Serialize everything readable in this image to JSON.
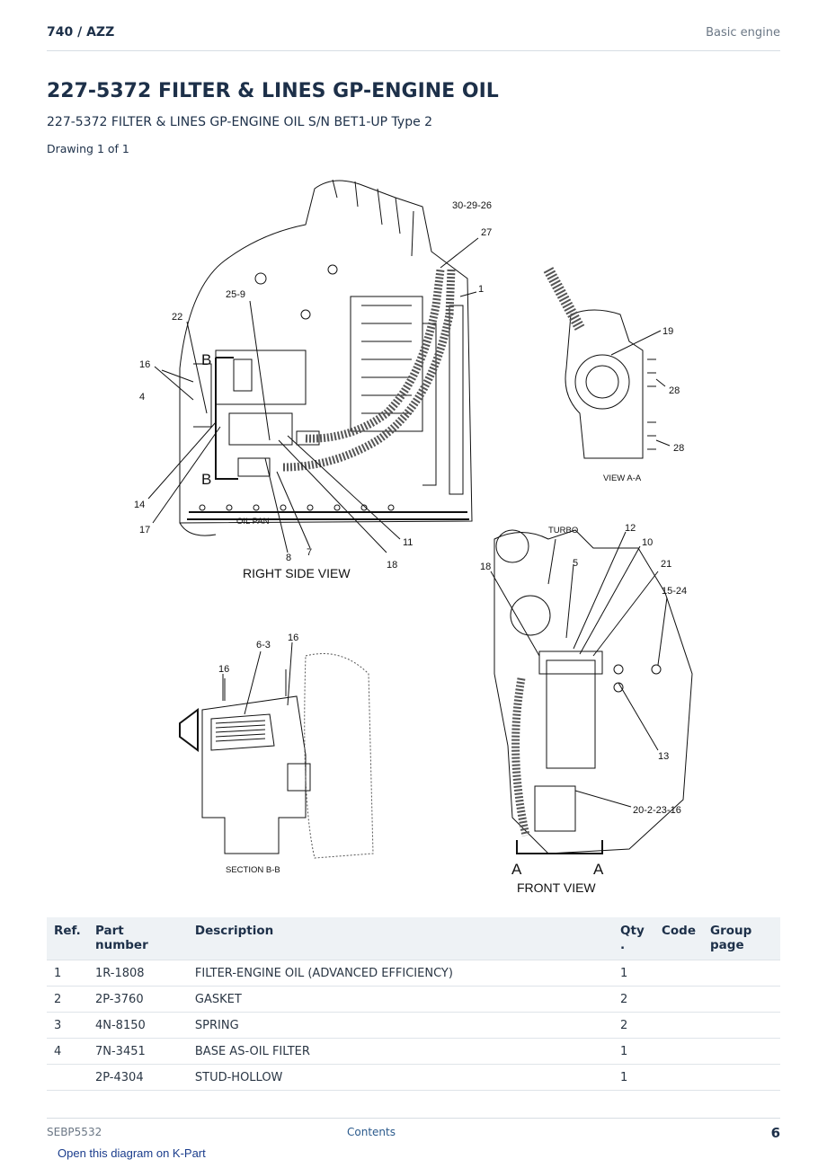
{
  "header": {
    "doc_id": "740 / AZZ",
    "section": "Basic engine"
  },
  "title": "227-5372 FILTER & LINES GP-ENGINE OIL",
  "subtitle": "227-5372 FILTER & LINES GP-ENGINE OIL S/N BET1-UP Type 2",
  "drawing_count": "Drawing 1 of 1",
  "diagram": {
    "views": {
      "right_side": "RIGHT SIDE VIEW",
      "view_aa": "VIEW A-A",
      "section_bb": "SECTION B-B",
      "front": "FRONT VIEW"
    },
    "notes": {
      "oil_pan": "OIL PAN",
      "turbo": "TURBO",
      "marker_a": "A",
      "marker_b": "B"
    },
    "callouts": {
      "c30_29_26": "30-29-26",
      "c27": "27",
      "c1": "1",
      "c25_9": "25-9",
      "c22": "22",
      "c16": "16",
      "c4": "4",
      "c14": "14",
      "c17": "17",
      "c8": "8",
      "c7": "7",
      "c18": "18",
      "c11": "11",
      "c19": "19",
      "c28": "28",
      "c12": "12",
      "c10": "10",
      "c5": "5",
      "c21": "21",
      "c15_24": "15-24",
      "c13": "13",
      "c20_2_23_16": "20-2-23-16",
      "c6_3": "6-3"
    }
  },
  "table": {
    "headers": {
      "ref": "Ref.",
      "part_number": "Part number",
      "description": "Description",
      "qty": "Qty .",
      "code": "Code",
      "group_page": "Group page"
    },
    "rows": [
      {
        "ref": "1",
        "part_number": "1R-1808",
        "description": "FILTER-ENGINE OIL (ADVANCED EFFICIENCY)",
        "qty": "1",
        "code": "",
        "group_page": ""
      },
      {
        "ref": "2",
        "part_number": "2P-3760",
        "description": "GASKET",
        "qty": "2",
        "code": "",
        "group_page": ""
      },
      {
        "ref": "3",
        "part_number": "4N-8150",
        "description": "SPRING",
        "qty": "2",
        "code": "",
        "group_page": ""
      },
      {
        "ref": "4",
        "part_number": "7N-3451",
        "description": "BASE AS-OIL FILTER",
        "qty": "1",
        "code": "",
        "group_page": ""
      },
      {
        "ref": "",
        "part_number": "2P-4304",
        "description": "STUD-HOLLOW",
        "qty": "1",
        "code": "",
        "group_page": ""
      }
    ]
  },
  "footer": {
    "doc_code": "SEBP5532",
    "contents_link": "Contents",
    "page_number": "6",
    "kpart_link": "Open this diagram on K-Part"
  }
}
